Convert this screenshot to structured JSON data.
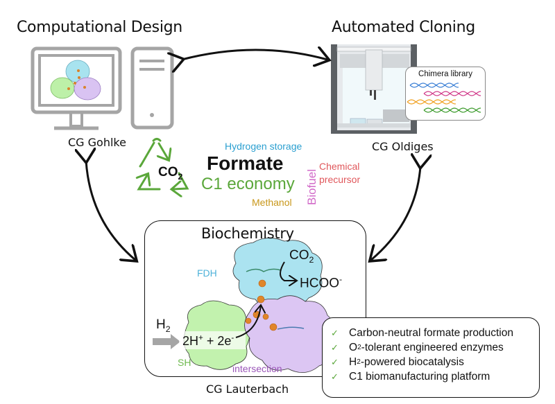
{
  "sections": {
    "computational": {
      "title": "Computational Design",
      "group": "CG Gohlke"
    },
    "cloning": {
      "title": "Automated Cloning",
      "group": "CG Oldiges",
      "library_label": "Chimera library",
      "dna_colors": [
        "#3a7fd5",
        "#d13a8a",
        "#f0a020",
        "#3a9a2a"
      ]
    },
    "biochemistry": {
      "title": "Biochemistry",
      "group": "CG Lauterbach"
    }
  },
  "cycle": {
    "label": "CO",
    "subscript": "2",
    "color": "#5aa73a"
  },
  "word_cloud": [
    {
      "text": "Hydrogen storage",
      "color": "#2a9fd0"
    },
    {
      "text": "Formate",
      "color": "#111111"
    },
    {
      "text": "C1 economy",
      "color": "#5aa73a"
    },
    {
      "text": "Methanol",
      "color": "#c8971a"
    },
    {
      "text": "Biofuel",
      "color": "#d169c8"
    },
    {
      "text": "Chemical",
      "color": "#e0575b"
    },
    {
      "text": "precursor",
      "color": "#e0575b"
    }
  ],
  "reaction": {
    "co2": "CO",
    "co2_sub": "2",
    "formate": "HCOO",
    "formate_sup": "-",
    "h2": "H",
    "h2_sub": "2",
    "protons": "2H",
    "protons_sup": "+",
    "plus": " + 2e",
    "electrons_sup": "-",
    "enzymes": [
      {
        "name": "FDH",
        "color": "#4eb2d9"
      },
      {
        "name": "SH",
        "color": "#6db94e"
      },
      {
        "name": "intersection",
        "color": "#9a55b8"
      }
    ]
  },
  "features": [
    {
      "pre": "Carbon-neutral formate production",
      "sub": "",
      "post": ""
    },
    {
      "pre": "O",
      "sub": "2",
      "post": "-tolerant engineered enzymes"
    },
    {
      "pre": "H",
      "sub": "2",
      "post": "-powered biocatalysis"
    },
    {
      "pre": "C1 biomanufacturing platform",
      "sub": "",
      "post": ""
    }
  ],
  "check_icon": "✓"
}
